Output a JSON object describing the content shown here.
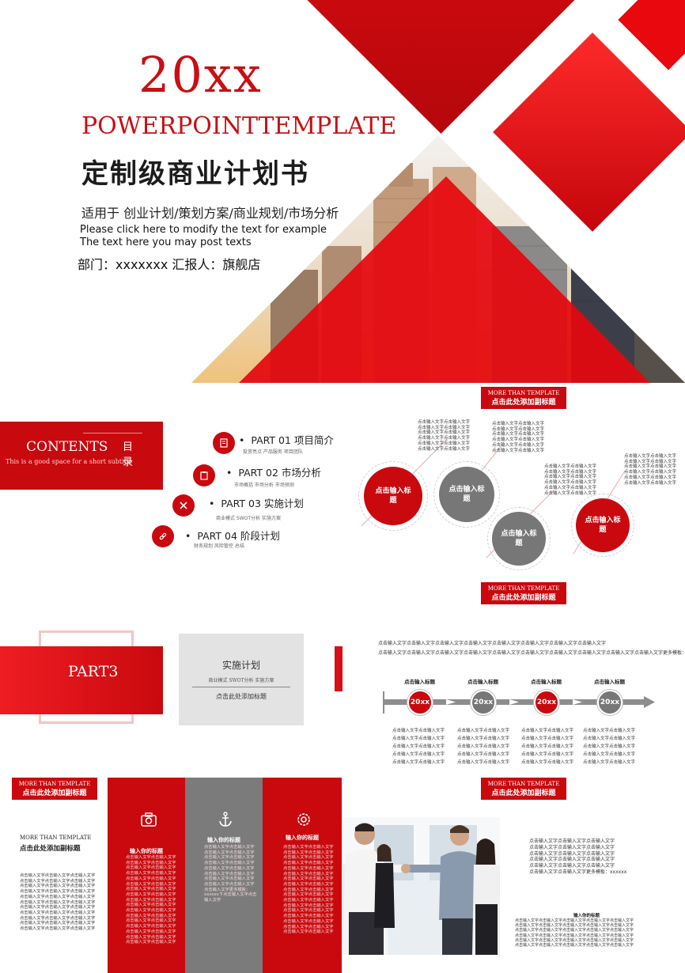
{
  "cover": {
    "year": "20xx",
    "template_title": "POWERPOINTTEMPLATE",
    "cn_title": "定制级商业计划书",
    "usage": "适用于 创业计划/策划方案/商业规划/市场分析",
    "line1": "Please click here to modify the text for example",
    "line2": "The text here you may post texts",
    "dept_line": "部门：xxxxxxx  汇报人：旗舰店"
  },
  "contents": {
    "title": "CONTENTS",
    "subtitle": "This is a good space for a short subtitle",
    "mulu_1": "目",
    "mulu_2": "录",
    "items": [
      {
        "label": "PART 01 项目简介",
        "sub": "投资亮点  产品服务  项目团队"
      },
      {
        "label": "PART 02 市场分析",
        "sub": "市场概括  市场分析  市场预测"
      },
      {
        "label": "PART 03 实施计划",
        "sub": "商业模式  SWOT分析  实施方案"
      },
      {
        "label": "PART 04 阶段计划",
        "sub": "财务规划  风险管控  总结"
      }
    ]
  },
  "circles_slide": {
    "tag_top": {
      "en": "MORE THAN TEMPLATE",
      "cn": "点击此处添加副标题"
    },
    "tag_bottom": {
      "en": "MORE THAN TEMPLATE",
      "cn": "点击此处添加副标题"
    },
    "circles": [
      {
        "label": "点击输入标\n题",
        "color": "#c9090e"
      },
      {
        "label": "点击输入标\n题",
        "color": "#777777"
      },
      {
        "label": "点击输入标\n题",
        "color": "#777777"
      },
      {
        "label": "点击输入标\n题",
        "color": "#c9090e"
      }
    ],
    "text_block": "点击输入文字点击输入文字\n点击输入文字点击输入文字\n点击输入文字点击输入文字\n点击输入文字点击输入文字\n点击输入文字点击输入文字\n点击输入文字点击输入文字"
  },
  "part3": {
    "title": "PART3",
    "gray_title": "实施计划",
    "gray_sub": "商业模式  SWOT分析  实施方案",
    "gray_add": "点击此处添加标题"
  },
  "timeline": {
    "intro_1": "点击输入文字点击输入文字点击输入文字点击输入文字点击输入文字点击输入文字点击输入文字点击输入文字",
    "intro_2": "点击输入文字点击输入文字点击输入文字点击输入文字点击输入文字点击输入文字点击输入文字点击输入文字点击输入文字点击输入文字更多模板：xxxxxx",
    "nodes": [
      {
        "head": "点击输入标题",
        "label": "20xx",
        "color": "#c9090e"
      },
      {
        "head": "点击输入标题",
        "label": "20xx",
        "color": "#777777"
      },
      {
        "head": "点击输入标题",
        "label": "20xx",
        "color": "#c9090e"
      },
      {
        "head": "点击输入标题",
        "label": "20xx",
        "color": "#777777"
      }
    ],
    "node_text": "点击输入文字点击输入文字\n点击输入文字点击输入文字\n点击输入文字点击输入文字\n点击输入文字点击输入文字\n点击输入文字点击输入文字"
  },
  "columns_slide": {
    "tag": {
      "en": "MORE THAN TEMPLATE",
      "cn": "点击此处添加副标题"
    },
    "left_en": "MORE THAN TEMPLATE",
    "left_cn": "点击此处添加副标题",
    "left_text": "点击输入文字点击输入文字点击输入文字\n点击输入文字点击输入文字点击输入文字\n点击输入文字点击输入文字点击输入文字\n点击输入文字点击输入文字点击输入文字\n点击输入文字点击输入文字点击输入文字\n点击输入文字点击输入文字点击输入文字\n点击输入文字点击输入文字点击输入文字\n点击输入文字点击输入文字点击输入文字\n点击输入文字点击输入文字点击输入文字\n点击输入文字点击输入文字点击输入文字\n点击输入文字点击输入文字点击输入文字",
    "columns": [
      {
        "icon": "camera-icon",
        "title": "输入你的标题",
        "color": "#c9090e",
        "text": "点击输入文字点击输入文字\n点击输入文字点击输入文字\n点击输入文字点击输入文字\n点击输入文字点击输入文字\n点击输入文字点击输入文字\n点击输入文字点击输入文字\n点击输入文字点击输入文字\n点击输入文字点击输入文字\n点击输入文字点击输入文字\n点击输入文字点击输入文字\n点击输入文字点击输入文字\n点击输入文字点击输入文字\n点击输入文字点击输入文字\n点击输入文字点击输入文字\n点击输入文字点击输入文字\n点击输入文字点击输入文字\n点击输入文字点击输入文字"
      },
      {
        "icon": "anchor-icon",
        "title": "输入你的标题",
        "color": "#7b7b7b",
        "text": "点击输入文字点击输入文字\n点击输入文字点击输入文字\n点击输入文字点击输入文字\n点击输入文字点击输入文字\n点击输入文字点击输入文字\n点击输入文字点击输入文字\n点击输入文字点击输入文字\n点击输入文字点击输入文字\n点击输入文字更多模板：\nxxxxxx下点击输入文字点击\n输入文字"
      },
      {
        "icon": "settings-icon",
        "title": "输入你的标题",
        "color": "#c9090e",
        "text": "点击输入文字点击输入文字\n点击输入文字点击输入文字\n点击输入文字点击输入文字\n点击输入文字点击输入文字\n点击输入文字点击输入文字\n点击输入文字点击输入文字\n点击输入文字点击输入文字\n点击输入文字点击输入文字\n点击输入文字点击输入文字\n点击输入文字点击输入文字\n点击输入文字点击输入文字\n点击输入文字点击输入文字\n点击输入文字点击输入文字\n点击输入文字点击输入文字\n点击输入文字点击输入文字\n点击输入文字点击输入文字\n点击输入文字点击输入文字"
      }
    ]
  },
  "photo_slide": {
    "tag": {
      "en": "MORE THAN TEMPLATE",
      "cn": "点击此处添加副标题"
    },
    "right_text": "点击输入文字点击输入文字点击输入文字\n点击输入文字点击输入文字点击输入文字\n点击输入文字点击输入文字点击输入文字\n点击输入文字点击输入文字点击输入文字\n点击输入文字点击输入文字点击输入文字\n点击输入文字点击输入文字更多模板：xxxxxx",
    "sub_title": "输入你的标题",
    "sub_text": "点击输入文字点击输入文字点击输入文字点击输入文字点击输入文字\n点击输入文字点击输入文字点击输入文字点击输入文字点击输入文字\n点击输入文字点击输入文字点击输入文字点击输入文字点击输入文字\n点击输入文字点击输入文字点击输入文字点击输入文字点击输入文字\n点击输入文字点击输入文字点击输入文字点击输入文字点击输入文字\n点击输入文字点击输入文字点击输入文字点击输入文字点击输入文字"
  },
  "colors": {
    "brand_red": "#c9090e",
    "gray": "#777777"
  }
}
